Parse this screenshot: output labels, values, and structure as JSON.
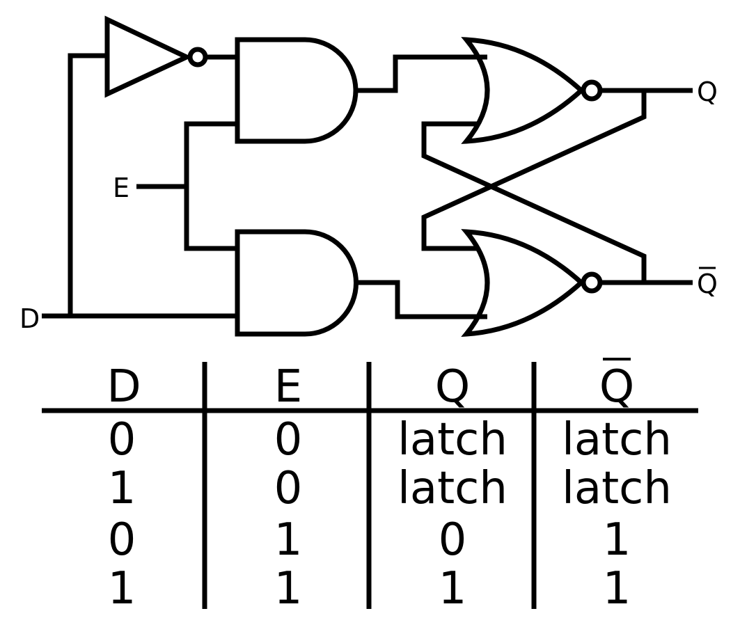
{
  "diagram": {
    "inputs": {
      "d": "D",
      "e": "E"
    },
    "outputs": {
      "q": "Q",
      "q_bar": "Q"
    }
  },
  "truth_table": {
    "headers": [
      "D",
      "E",
      "Q",
      "Q"
    ],
    "rows": [
      [
        "0",
        "0",
        "latch",
        "latch"
      ],
      [
        "1",
        "0",
        "latch",
        "latch"
      ],
      [
        "0",
        "1",
        "0",
        "1"
      ],
      [
        "1",
        "1",
        "1",
        "1"
      ]
    ]
  }
}
